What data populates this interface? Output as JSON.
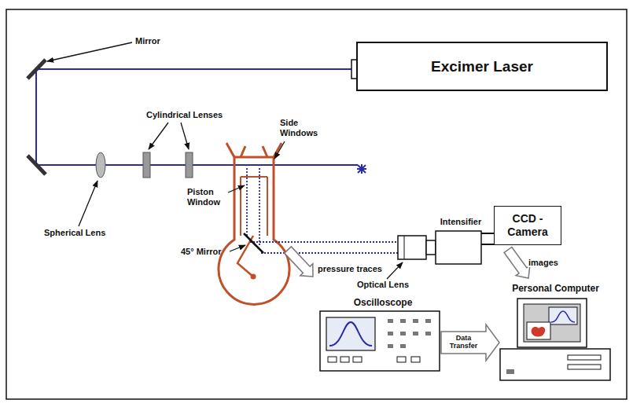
{
  "diagram": {
    "nodes": [
      {
        "text": [
          "Excimer Laser"
        ]
      },
      {
        "text": [
          "Intensifier"
        ]
      },
      {
        "text": [
          "CCD - Camera"
        ]
      },
      {
        "text": [
          "Oscilloscope"
        ]
      },
      {
        "text": [
          "Personal Computer"
        ]
      }
    ],
    "edges": [
      {
        "from": 1,
        "to": 2,
        "arrow": "none"
      },
      {
        "from": 3,
        "to": 4,
        "label": "Data Transfer",
        "arrow": "to"
      },
      {
        "from": 2,
        "to": 4,
        "label": "images",
        "arrow": "to"
      }
    ],
    "labels": [
      "Mirror",
      "Cylindrical Lenses",
      "Side Windows",
      "Piston Window",
      "45° Mirror",
      "Spherical Lens",
      "Optical Lens",
      "pressure traces"
    ]
  }
}
